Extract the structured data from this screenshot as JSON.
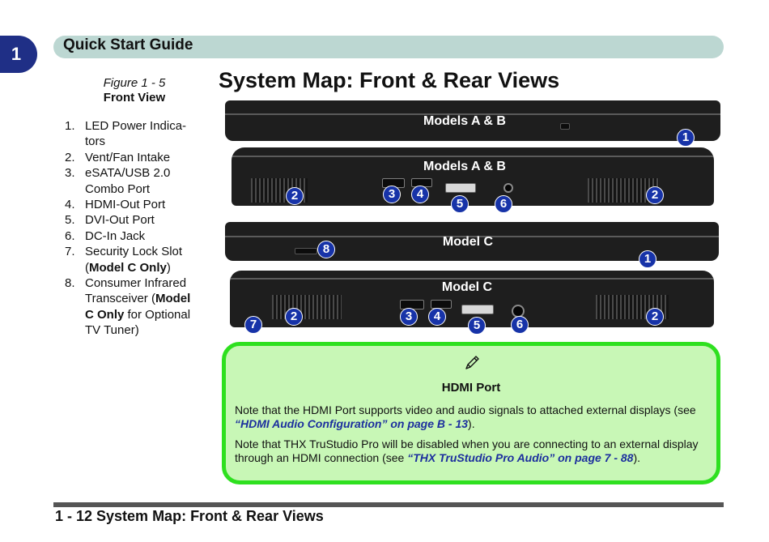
{
  "chapter": {
    "number": "1"
  },
  "header": {
    "title": "Quick Start Guide"
  },
  "page_title": "System Map: Front & Rear Views",
  "figure": {
    "number": "Figure 1 - 5",
    "name": "Front View"
  },
  "legend": [
    {
      "num": "1.",
      "text": "LED Power Indica-tors"
    },
    {
      "num": "2.",
      "text": "Vent/Fan Intake"
    },
    {
      "num": "3.",
      "text": "eSATA/USB 2.0 Combo Port"
    },
    {
      "num": "4.",
      "text": "HDMI-Out Port"
    },
    {
      "num": "5.",
      "text": "DVI-Out Port"
    },
    {
      "num": "6.",
      "text": "DC-In Jack"
    },
    {
      "num": "7.",
      "text": "Security Lock Slot",
      "paren_bold": "Model C Only",
      "paren_rest": ""
    },
    {
      "num": "8.",
      "text": "Consumer Infrared Transceiver",
      "paren_bold": "Model C Only",
      "paren_rest": " for Optional TV Tuner"
    }
  ],
  "photos": {
    "front_ab": {
      "label": "Models A & B",
      "badges": [
        "1"
      ]
    },
    "rear_ab": {
      "label": "Models A & B",
      "badges": [
        "2",
        "3",
        "4",
        "5",
        "6",
        "2"
      ]
    },
    "front_c": {
      "label": "Model C",
      "badges": [
        "8",
        "1"
      ]
    },
    "rear_c": {
      "label": "Model C",
      "badges": [
        "7",
        "2",
        "3",
        "4",
        "5",
        "6",
        "2"
      ]
    }
  },
  "note": {
    "icon": "pencil-icon",
    "heading": "HDMI Port",
    "para1_text": "Note that the HDMI Port supports video and audio signals to attached external displays (see ",
    "para1_link": "“HDMI Audio Configuration” on page B - 13",
    "para1_end": ").",
    "para2_text": "Note that THX TruStudio Pro will be disabled when you are connecting to an external display through an HDMI connection (see ",
    "para2_link": "“THX TruStudio Pro Audio” on page 7 - 88",
    "para2_end": ")."
  },
  "footer": {
    "text": "1 - 12 System Map: Front & Rear Views"
  },
  "colors": {
    "badge": "#1733a8",
    "header_bar": "#bcd7d2",
    "note_fill": "#c8f7b6",
    "note_border": "#2ee01f",
    "link": "#1c2f9e",
    "chapter_tab": "#1f2f86"
  }
}
